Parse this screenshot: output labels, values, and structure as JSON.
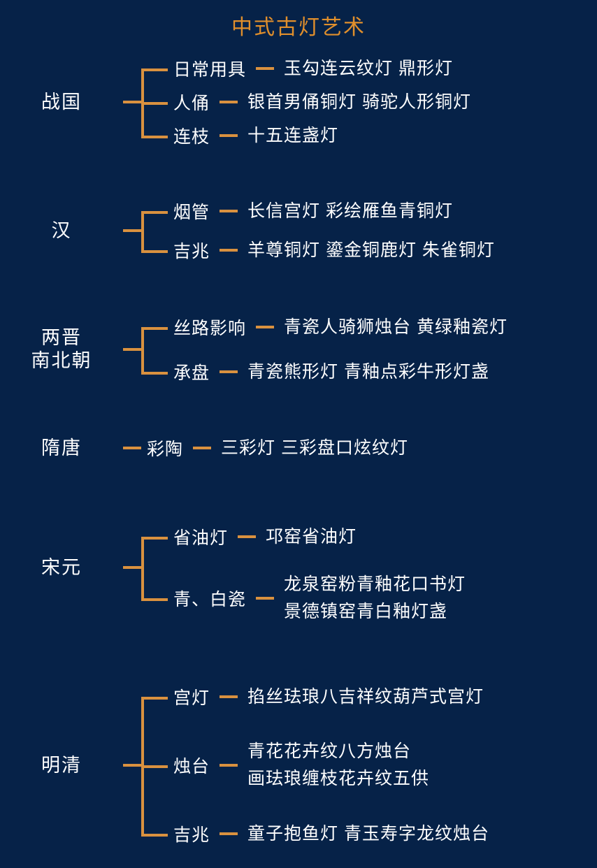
{
  "title": "中式古灯艺术",
  "colors": {
    "background": "#062248",
    "accent": "#d9913f",
    "title": "#e08f2c",
    "text": "#ffffff"
  },
  "eras": [
    {
      "era": "战国",
      "branches": [
        {
          "label": "日常用具",
          "items": [
            "玉勾连云纹灯 鼎形灯"
          ]
        },
        {
          "label": "人俑",
          "items": [
            "银首男俑铜灯 骑驼人形铜灯"
          ]
        },
        {
          "label": "连枝",
          "items": [
            "十五连盏灯"
          ]
        }
      ]
    },
    {
      "era": "汉",
      "branches": [
        {
          "label": "烟管",
          "items": [
            "长信宫灯 彩绘雁鱼青铜灯"
          ]
        },
        {
          "label": "吉兆",
          "items": [
            "羊尊铜灯 鎏金铜鹿灯 朱雀铜灯"
          ]
        }
      ]
    },
    {
      "era": "两晋\n南北朝",
      "branches": [
        {
          "label": "丝路影响",
          "items": [
            "青瓷人骑狮烛台 黄绿釉瓷灯"
          ]
        },
        {
          "label": "承盘",
          "items": [
            "青瓷熊形灯 青釉点彩牛形灯盏"
          ]
        }
      ]
    },
    {
      "era": "隋唐",
      "branches": [
        {
          "label": "彩陶",
          "items": [
            "三彩灯 三彩盘口炫纹灯"
          ]
        }
      ]
    },
    {
      "era": "宋元",
      "branches": [
        {
          "label": "省油灯",
          "items": [
            "邛窑省油灯"
          ]
        },
        {
          "label": "青、白瓷",
          "items": [
            "龙泉窑粉青釉花口书灯",
            "景德镇窑青白釉灯盏"
          ]
        }
      ]
    },
    {
      "era": "明清",
      "branches": [
        {
          "label": "宫灯",
          "items": [
            "掐丝珐琅八吉祥纹葫芦式宫灯"
          ]
        },
        {
          "label": "烛台",
          "items": [
            "青花花卉纹八方烛台",
            "画珐琅缠枝花卉纹五供"
          ]
        },
        {
          "label": "吉兆",
          "items": [
            "童子抱鱼灯  青玉寿字龙纹烛台"
          ]
        }
      ]
    }
  ]
}
